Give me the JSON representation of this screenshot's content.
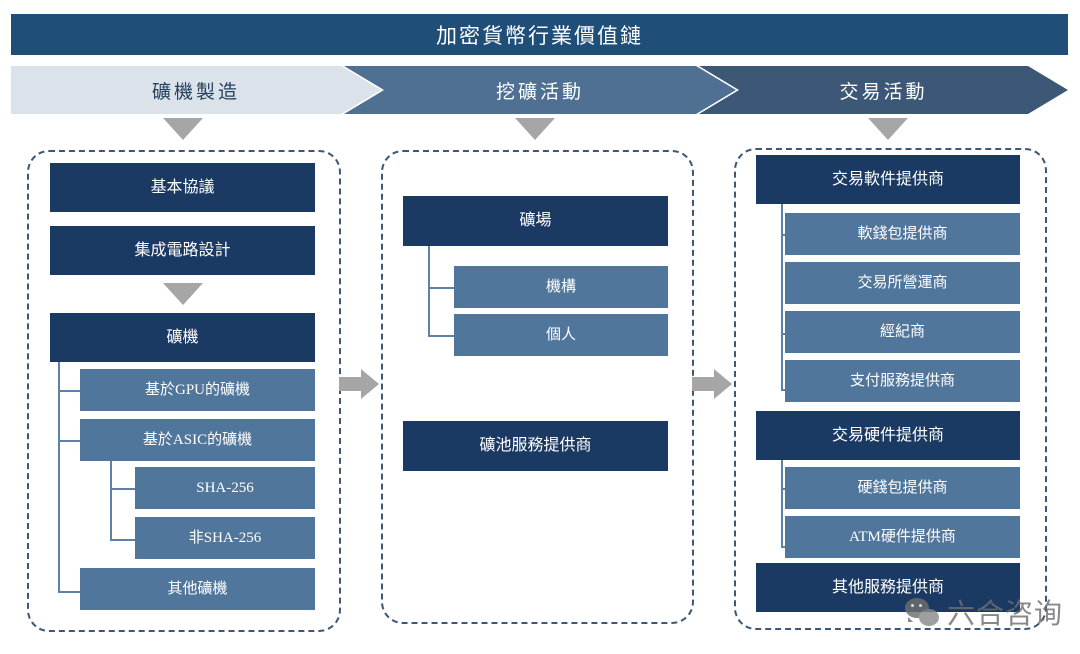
{
  "title": "加密貨幣行業價值鏈",
  "stages": [
    {
      "label": "礦機製造",
      "color": "#dbe2e9"
    },
    {
      "label": "挖礦活動",
      "color": "#4f7093"
    },
    {
      "label": "交易活動",
      "color": "#3d5876"
    }
  ],
  "colors": {
    "title_bar": "#1f4e79",
    "dark_node": "#1b3a63",
    "mid_node": "#51769c",
    "connector": "#5c82a8",
    "arrow_gray": "#a6a6a6",
    "dashed_border": "#3d5876"
  },
  "columns": [
    {
      "name": "礦機製造",
      "nodes": [
        {
          "label": "基本協議",
          "level": "dark"
        },
        {
          "label": "集成電路設計",
          "level": "dark"
        },
        {
          "label": "礦機",
          "level": "dark"
        },
        {
          "label": "基於GPU的礦機",
          "level": "mid"
        },
        {
          "label": "基於ASIC的礦機",
          "level": "mid"
        },
        {
          "label": "SHA-256",
          "level": "mid"
        },
        {
          "label": "非SHA-256",
          "level": "mid"
        },
        {
          "label": "其他礦機",
          "level": "mid"
        }
      ]
    },
    {
      "name": "挖礦活動",
      "nodes": [
        {
          "label": "礦場",
          "level": "dark"
        },
        {
          "label": "機構",
          "level": "mid"
        },
        {
          "label": "個人",
          "level": "mid"
        },
        {
          "label": "礦池服務提供商",
          "level": "dark"
        }
      ]
    },
    {
      "name": "交易活動",
      "nodes": [
        {
          "label": "交易軟件提供商",
          "level": "dark"
        },
        {
          "label": "軟錢包提供商",
          "level": "mid"
        },
        {
          "label": "交易所營運商",
          "level": "mid"
        },
        {
          "label": "經紀商",
          "level": "mid"
        },
        {
          "label": "支付服務提供商",
          "level": "mid"
        },
        {
          "label": "交易硬件提供商",
          "level": "dark"
        },
        {
          "label": "硬錢包提供商",
          "level": "mid"
        },
        {
          "label": "ATM硬件提供商",
          "level": "mid"
        },
        {
          "label": "其他服務提供商",
          "level": "dark"
        }
      ]
    }
  ],
  "watermark": {
    "text": "六合咨询",
    "icon": "wechat-icon"
  }
}
